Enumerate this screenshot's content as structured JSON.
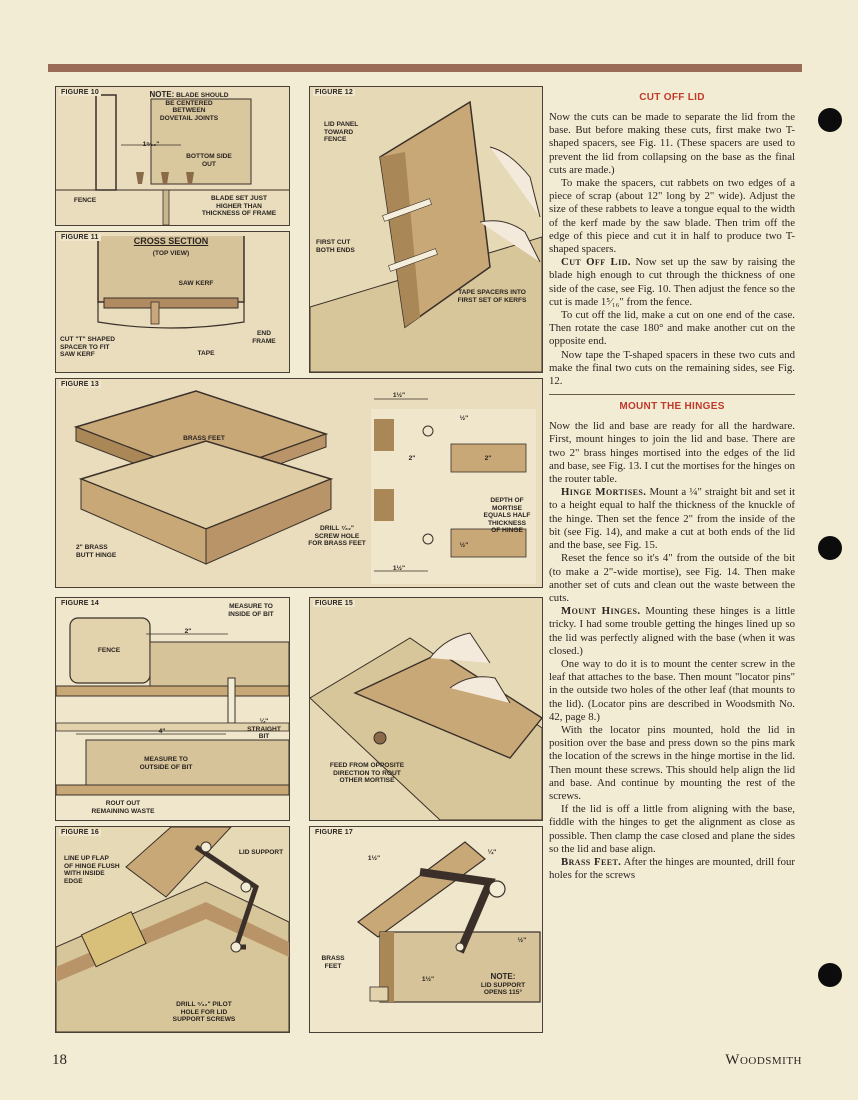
{
  "figures": {
    "fig10": {
      "label": "FIGURE 10",
      "note": "NOTE:",
      "note_text": "BLADE SHOULD\nBE CENTERED\nBETWEEN\nDOVETAIL JOINTS",
      "dim": "1⁵⁄₁₆\"",
      "bottom_side": "BOTTOM SIDE\nOUT",
      "fence": "FENCE",
      "blade_set": "BLADE SET JUST\nHIGHER THAN\nTHICKNESS OF FRAME"
    },
    "fig11": {
      "label": "FIGURE 11",
      "title": "CROSS SECTION",
      "subtitle": "(TOP VIEW)",
      "saw_kerf": "SAW KERF",
      "cut_t": "CUT \"T\" SHAPED\nSPACER TO FIT\nSAW KERF",
      "tape": "TAPE",
      "end_frame": "END\nFRAME"
    },
    "fig12": {
      "label": "FIGURE 12",
      "lid_panel": "LID PANEL\nTOWARD\nFENCE",
      "first_cut": "FIRST CUT\nBOTH ENDS",
      "tape_spacers": "TAPE SPACERS INTO\nFIRST SET OF KERFS"
    },
    "fig13": {
      "label": "FIGURE 13",
      "brass_feet": "BRASS FEET",
      "butt_hinge": "2\" BRASS\nBUTT HINGE",
      "drill": "DRILL ⁷⁄₃₂\"\nSCREW HOLE\nFOR BRASS FEET",
      "dim_top": "1½\"",
      "dim_half": "½\"",
      "dim_2a": "2\"",
      "dim_2b": "2\"",
      "depth": "DEPTH OF\nMORTISE\nEQUALS HALF\nTHICKNESS\nOF HINGE",
      "dim_half2": "½\"",
      "dim_bottom": "1½\""
    },
    "fig14": {
      "label": "FIGURE 14",
      "measure_inside": "MEASURE TO\nINSIDE OF BIT",
      "fence": "FENCE",
      "dim_2": "2\"",
      "dim_4": "4\"",
      "straight_bit": "¼\"\nSTRAIGHT\nBIT",
      "measure_outside": "MEASURE TO\nOUTSIDE OF BIT",
      "rout_out": "ROUT OUT\nREMAINING WASTE"
    },
    "fig15": {
      "label": "FIGURE 15",
      "feed": "FEED FROM OPPOSITE\nDIRECTION TO ROUT\nOTHER MORTISE"
    },
    "fig16": {
      "label": "FIGURE 16",
      "line_up": "LINE UP FLAP\nOF HINGE FLUSH\nWITH INSIDE\nEDGE",
      "lid_support": "LID SUPPORT",
      "drill": "DRILL ⁵⁄₃₂\" PILOT\nHOLE FOR LID\nSUPPORT SCREWS"
    },
    "fig17": {
      "label": "FIGURE 17",
      "dim_1": "1½\"",
      "dim_2": "¼\"",
      "dim_3": "½\"",
      "brass_feet": "BRASS\nFEET",
      "dim_4": "1½\"",
      "note": "NOTE:",
      "note_text": "LID SUPPORT\nOPENS 115°"
    }
  },
  "text": {
    "heading_cut": "CUT OFF LID",
    "p1": "Now the cuts can be made to separate the lid from the base. But before making these cuts, first make two T-shaped spacers, see Fig. 11. (These spacers are used to prevent the lid from collapsing on the base as the final cuts are made.)",
    "p2": "To make the spacers, cut rabbets on two edges of a piece of scrap (about 12\" long by 2\" wide). Adjust the size of these rabbets to leave a tongue equal to the width of the kerf made by the saw blade. Then trim off the edge of this piece and cut it in half to produce two T-shaped spacers.",
    "p3_runin": "Cut Off Lid.",
    "p3": " Now set up the saw by raising the blade high enough to cut through the thickness of one side of the case, see Fig. 10. Then adjust the fence so the cut is made 1⁵⁄₁₆\" from the fence.",
    "p4": "To cut off the lid, make a cut on one end of the case. Then rotate the case 180° and make another cut on the opposite end.",
    "p5": "Now tape the T-shaped spacers in these two cuts and make the final two cuts on the remaining sides, see Fig. 12.",
    "heading_hinges": "MOUNT THE HINGES",
    "p6": "Now the lid and base are ready for all the hardware. First, mount hinges to join the lid and base. There are two 2\" brass hinges mortised into the edges of the lid and base, see Fig. 13. I cut the mortises for the hinges on the router table.",
    "p7_runin": "Hinge Mortises.",
    "p7": " Mount a ¼\" straight bit and set it to a height equal to half the thickness of the knuckle of the hinge. Then set the fence 2\" from the inside of the bit (see Fig. 14), and make a cut at both ends of the lid and the base, see Fig. 15.",
    "p8": "Reset the fence so it's 4\" from the outside of the bit (to make a 2\"-wide mortise), see Fig. 14. Then make another set of cuts and clean out the waste between the cuts.",
    "p9_runin": "Mount Hinges.",
    "p9": " Mounting these hinges is a little tricky. I had some trouble getting the hinges lined up so the lid was perfectly aligned with the base (when it was closed.)",
    "p10": "One way to do it is to mount the center screw in the leaf that attaches to the base. Then mount \"locator pins\" in the outside two holes of the other leaf (that mounts to the lid). (Locator pins are described in Woodsmith No. 42, page 8.)",
    "p11": "With the locator pins mounted, hold the lid in position over the base and press down so the pins mark the location of the screws in the hinge mortise in the lid. Then mount these screws. This should help align the lid and base. And continue by mounting the rest of the screws.",
    "p12": "If the lid is off a little from aligning with the base, fiddle with the hinges to get the alignment as close as possible. Then clamp the case closed and plane the sides so the lid and base align.",
    "p13_runin": "Brass Feet.",
    "p13": " After the hinges are mounted, drill four holes for the screws"
  },
  "footer": {
    "page": "18",
    "brand": "Woodsmith"
  }
}
